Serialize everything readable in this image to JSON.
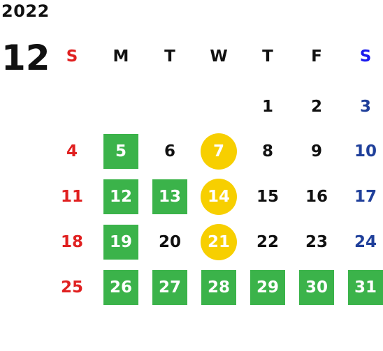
{
  "year": "2022",
  "month": "12",
  "weekday_headers": [
    "S",
    "M",
    "T",
    "W",
    "T",
    "F",
    "S"
  ],
  "weeks": [
    [
      "",
      "",
      "",
      "",
      "1",
      "2",
      "3"
    ],
    [
      "4",
      "5",
      "6",
      "7",
      "8",
      "9",
      "10"
    ],
    [
      "11",
      "12",
      "13",
      "14",
      "15",
      "16",
      "17"
    ],
    [
      "18",
      "19",
      "20",
      "21",
      "22",
      "23",
      "24"
    ],
    [
      "25",
      "26",
      "27",
      "28",
      "29",
      "30",
      "31"
    ]
  ],
  "highlights": {
    "green_days": [
      "5",
      "12",
      "13",
      "19",
      "26",
      "27",
      "28",
      "29",
      "30",
      "31"
    ],
    "yellow_circle_days": [
      "7",
      "14",
      "21"
    ]
  },
  "colors": {
    "sunday": "#e02020",
    "saturday_header": "#1a1aee",
    "saturday": "#1f3f9a",
    "weekday": "#111111",
    "green_highlight": "#3bb34a",
    "yellow_highlight": "#f7cf00"
  }
}
